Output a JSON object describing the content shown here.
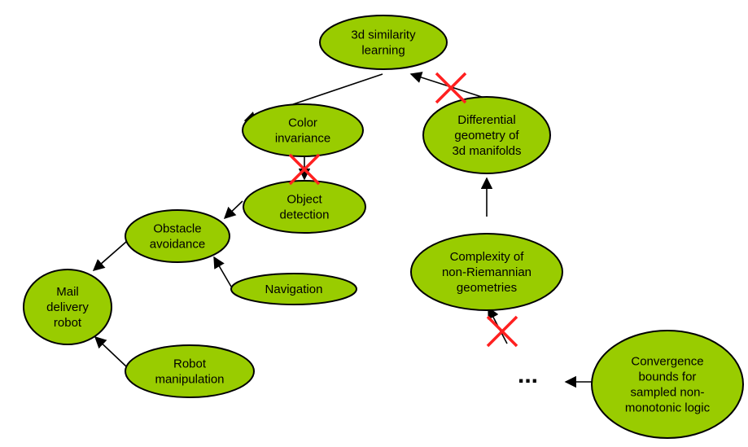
{
  "diagram": {
    "type": "dependency-graph",
    "nodes": [
      {
        "id": "similarity",
        "lines": [
          "3d similarity",
          "learning"
        ]
      },
      {
        "id": "color",
        "lines": [
          "Color",
          "invariance"
        ]
      },
      {
        "id": "differential",
        "lines": [
          "Differential",
          "geometry of",
          "3d manifolds"
        ]
      },
      {
        "id": "object",
        "lines": [
          "Object",
          "detection"
        ]
      },
      {
        "id": "obstacle",
        "lines": [
          "Obstacle",
          "avoidance"
        ]
      },
      {
        "id": "navigation",
        "lines": [
          "Navigation"
        ]
      },
      {
        "id": "mail",
        "lines": [
          "Mail",
          "delivery",
          "robot"
        ]
      },
      {
        "id": "manipulation",
        "lines": [
          "Robot",
          "manipulation"
        ]
      },
      {
        "id": "complexity",
        "lines": [
          "Complexity of",
          "non-Riemannian",
          "geometries"
        ]
      },
      {
        "id": "convergence",
        "lines": [
          "Convergence",
          "bounds for",
          "sampled non-",
          "monotonic logic"
        ]
      }
    ],
    "edges": [
      {
        "from": "similarity",
        "to": "color",
        "blocked": false
      },
      {
        "from": "differential",
        "to": "similarity",
        "blocked": true
      },
      {
        "from": "color",
        "to": "object",
        "blocked": true
      },
      {
        "from": "object",
        "to": "obstacle",
        "blocked": false
      },
      {
        "from": "navigation",
        "to": "obstacle",
        "blocked": false
      },
      {
        "from": "obstacle",
        "to": "mail",
        "blocked": false
      },
      {
        "from": "manipulation",
        "to": "mail",
        "blocked": false
      },
      {
        "from": "complexity",
        "to": "differential",
        "blocked": false
      },
      {
        "from": "ellipsis",
        "to": "complexity",
        "blocked": true
      },
      {
        "from": "convergence",
        "to": "ellipsis",
        "blocked": false
      }
    ],
    "ellipsis_label": "...",
    "colors": {
      "node_fill": "#99cc00",
      "node_stroke": "#000000",
      "cross": "#ff2020",
      "edge": "#000000"
    }
  }
}
